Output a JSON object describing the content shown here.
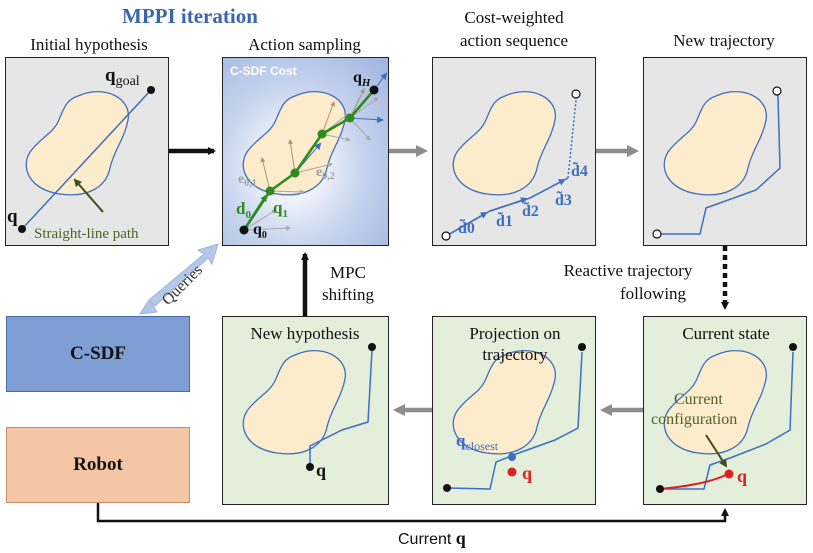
{
  "title": "MPPI iteration",
  "panels": {
    "initial": {
      "label": "Initial hypothesis",
      "q_goal": "goal",
      "q_start": "q",
      "path_note": "Straight-line path"
    },
    "sampling": {
      "label": "Action sampling",
      "overlay": "C-SDF Cost",
      "qH_sub": "H",
      "d0": "d",
      "q1": "q",
      "q0": "q",
      "e01": "e",
      "e02": "e"
    },
    "cost": {
      "label_line1": "Cost-weighted",
      "label_line2": "action sequence",
      "d_labels": [
        "d̃0",
        "d̃1",
        "d̃2",
        "d̃3",
        "d̃4"
      ]
    },
    "new_traj": {
      "label": "New trajectory"
    },
    "current_state": {
      "label": "Current state",
      "annotation_line1": "Current",
      "annotation_line2": "configuration",
      "q_label": "q"
    },
    "projection": {
      "label_line1": "Projection on",
      "label_line2": "trajectory",
      "q_closest_sub": "closest",
      "q_label": "q"
    },
    "new_hyp": {
      "label": "New hypothesis",
      "q_label": "q"
    }
  },
  "boxes": {
    "csdf": "C-SDF",
    "robot": "Robot"
  },
  "edges": {
    "queries": "Queries",
    "mpc_line1": "MPC",
    "mpc_line2": "shifting",
    "reactive_line1": "Reactive trajectory",
    "reactive_line2": "following",
    "current_q_prefix": "Current ",
    "current_q_symbol": "q"
  },
  "colors": {
    "title": "#3a66ad",
    "blob_fill": "#fdeccb",
    "path": "#3e6fc0",
    "arrow_gray": "#8c8c8c",
    "green_action": "#2e8b1f",
    "robot_red": "#e02020",
    "csdf_box": "#7f9fd4",
    "robot_box": "#f5c6a5",
    "annotation_green": "#4f6228"
  }
}
